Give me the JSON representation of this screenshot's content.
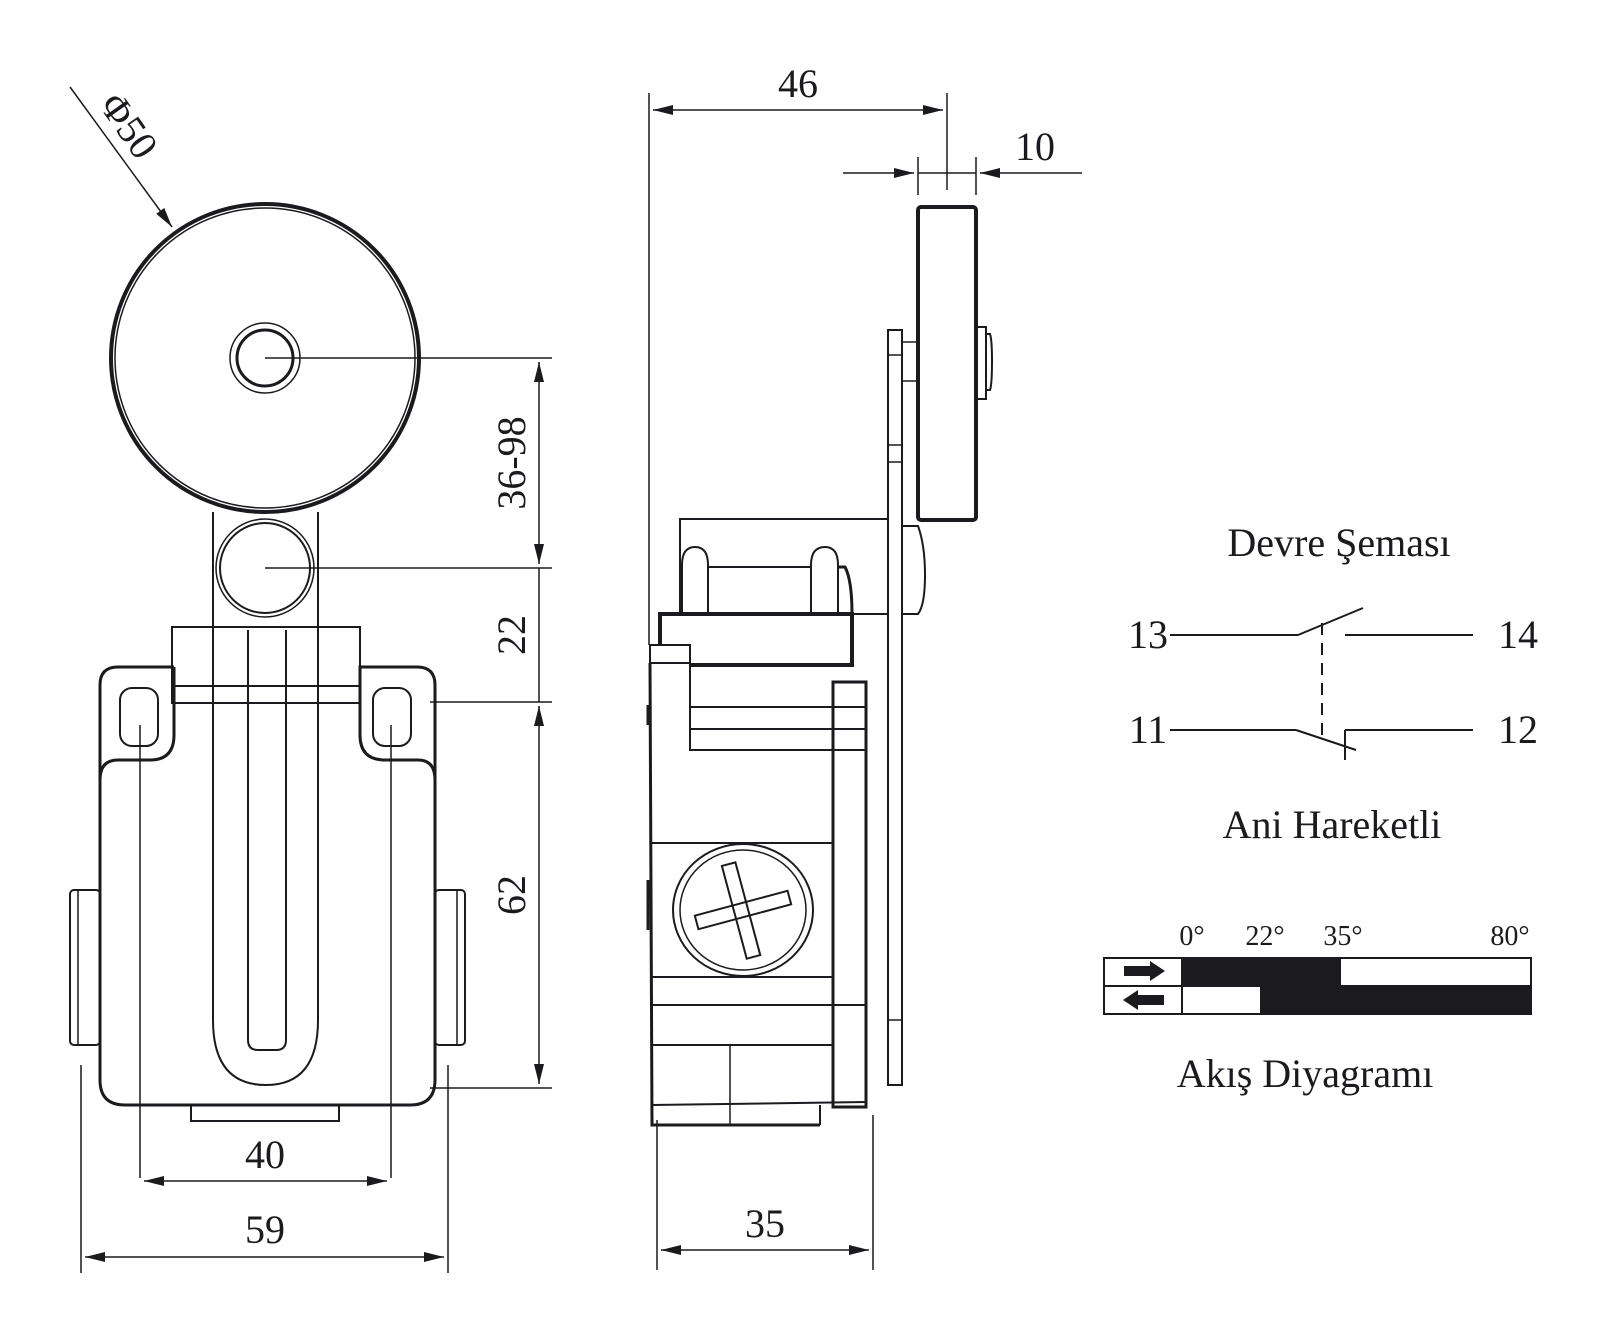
{
  "front_view": {
    "dimensions": {
      "roller_diameter": "Φ50",
      "lever_length": "36-98",
      "roller_to_body": "22",
      "body_height": "62",
      "mounting_hole_spacing": "40",
      "body_width": "59"
    }
  },
  "side_view": {
    "dimensions": {
      "roller_offset": "46",
      "roller_width": "10",
      "body_depth": "35"
    }
  },
  "circuit_diagram": {
    "title": "Devre Şeması",
    "subtitle": "Ani Hareketli",
    "terminals": {
      "no_in": "13",
      "no_out": "14",
      "nc_in": "11",
      "nc_out": "12"
    }
  },
  "flow_diagram": {
    "title": "Akış Diyagramı",
    "angle_labels": [
      "0°",
      "22°",
      "35°",
      "80°"
    ],
    "angle_range": [
      0,
      80
    ],
    "rows": [
      {
        "direction": "forward",
        "icon": "arrow-right-icon",
        "closed_from": 0,
        "closed_to": 35
      },
      {
        "direction": "return",
        "icon": "arrow-left-icon",
        "closed_from": 22,
        "closed_to": 80
      }
    ],
    "colors": {
      "closed": "#1a1a1f",
      "open": "#ffffff"
    }
  }
}
